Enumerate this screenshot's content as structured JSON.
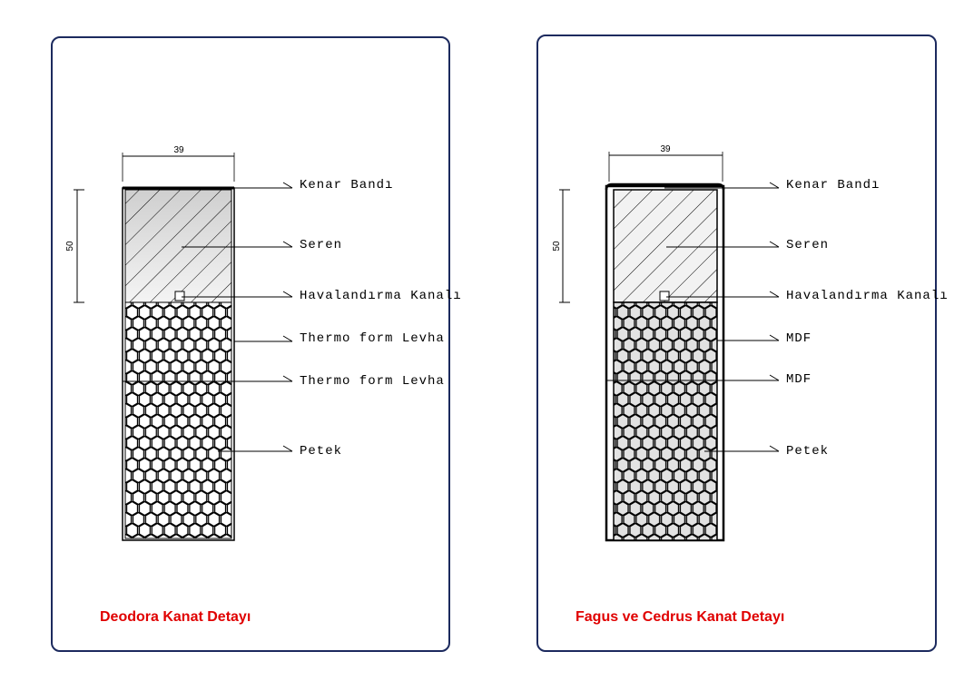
{
  "panels": [
    {
      "caption": "Deodora  Kanat Detayı",
      "width_dim": "39",
      "height_dim": "50",
      "labels": [
        "Kenar Bandı",
        "Seren",
        "Havalandırma Kanalı",
        "Thermo form Levha",
        "Thermo form Levha",
        "Petek"
      ]
    },
    {
      "caption": "Fagus ve Cedrus  Kanat Detayı",
      "width_dim": "39",
      "height_dim": "50",
      "labels": [
        "Kenar Bandı",
        "Seren",
        "Havalandırma Kanalı",
        "MDF",
        "MDF",
        "Petek"
      ]
    }
  ],
  "colors": {
    "border": "#1c2a5e",
    "caption": "#e00000"
  }
}
